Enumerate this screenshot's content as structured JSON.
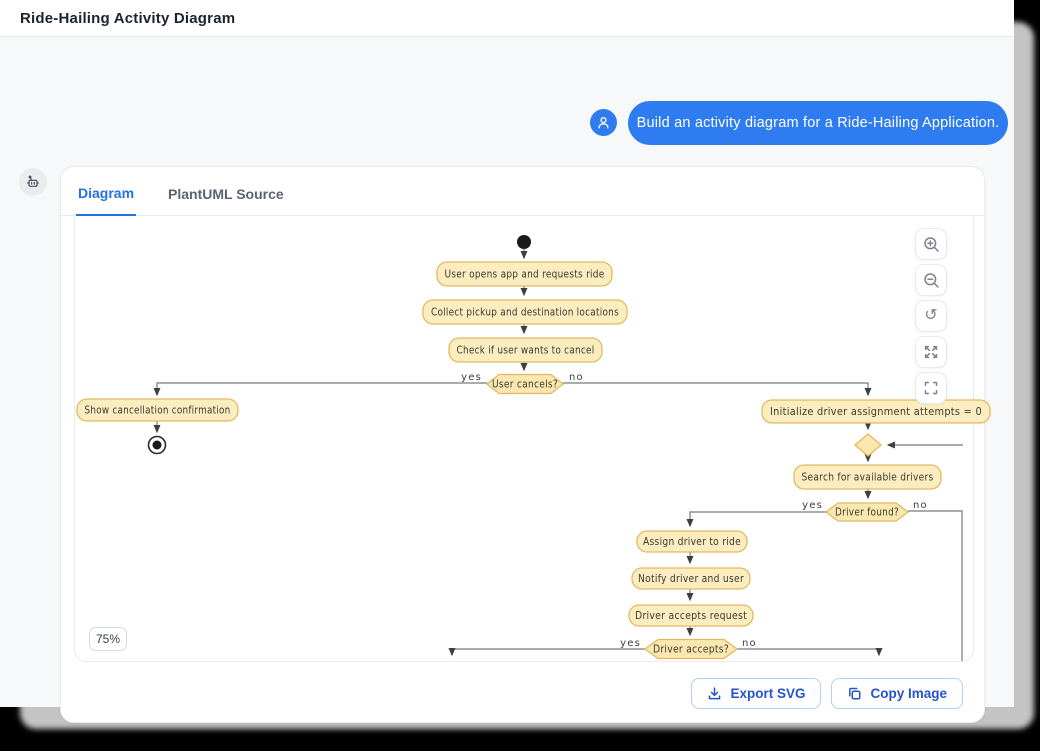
{
  "header": {
    "title": "Ride-Hailing Activity Diagram"
  },
  "chat": {
    "user_message": "Build an activity diagram for a Ride-Hailing Application."
  },
  "panel": {
    "tabs": [
      {
        "label": "Diagram",
        "active": true
      },
      {
        "label": "PlantUML Source",
        "active": false
      }
    ],
    "zoom_level": "75%",
    "controls": {
      "zoom_in": "zoom-in",
      "zoom_out": "zoom-out",
      "reset": "reset-view",
      "reset_glyph": "↺",
      "expand": "expand-fullscreen",
      "fit": "fit-to-view"
    },
    "footer": {
      "export_svg": "Export SVG",
      "copy_image": "Copy Image"
    }
  },
  "colors": {
    "accent_blue": "#2e7cf0",
    "tab_active": "#2470e8",
    "button_text": "#2453cf",
    "button_border": "#aecffb",
    "node_fill": "#fcedc0",
    "node_border": "#e2b960",
    "edge_gray": "#7a7a7a"
  },
  "diagram": {
    "type": "activity-diagram",
    "nodes": {
      "open_app": "User opens app and requests ride",
      "collect_locations": "Collect pickup and destination locations",
      "check_cancel": "Check if user wants to cancel",
      "user_cancels_q": "User cancels?",
      "show_cancellation": "Show cancellation confirmation",
      "init_attempts": "Initialize driver assignment attempts = 0",
      "search_drivers": "Search for available drivers",
      "driver_found_q": "Driver found?",
      "assign_driver": "Assign driver to ride",
      "notify": "Notify driver and user",
      "accepts_request": "Driver accepts request",
      "driver_accepts_q": "Driver accepts?"
    },
    "decision_labels": {
      "yes": "yes",
      "no": "no"
    }
  }
}
